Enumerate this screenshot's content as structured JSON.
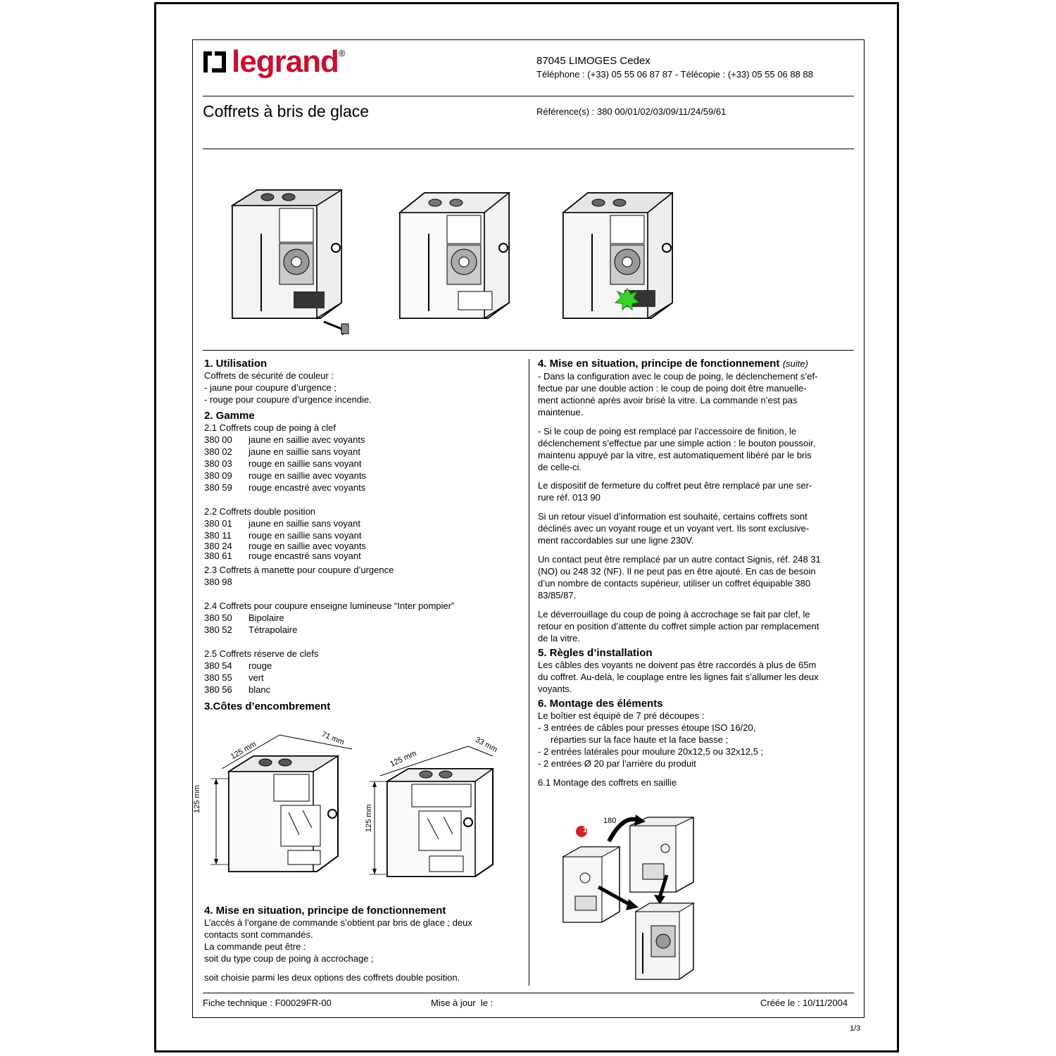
{
  "header": {
    "brand": "legrand",
    "registered": "®",
    "city": "87045 LIMOGES Cedex",
    "phone": "Téléphone : (+33) 05 55 06 87 87 - Télécopie : (+33) 05 55 06 88 88",
    "title": "Coffrets à bris de glace",
    "references": "Référence(s) : 380 00/01/02/03/09/11/24/59/61"
  },
  "sec1": {
    "title": "1. Utilisation",
    "lines": [
      "Coffrets de sécurité de couleur :",
      "- jaune pour coupure d’urgence ;",
      "- rouge pour coupure d’urgence incendie."
    ]
  },
  "sec2": {
    "title": "2. Gamme",
    "g1": {
      "title": "2.1 Coffrets coup de poing à clef",
      "items": [
        {
          "ref": "380 00",
          "desc": "jaune en saillie avec voyants"
        },
        {
          "ref": "380 02",
          "desc": "jaune en saillie sans voyant"
        },
        {
          "ref": "380 03",
          "desc": "rouge en saillie sans voyant"
        },
        {
          "ref": "380 09",
          "desc": "rouge en saillie avec voyants"
        },
        {
          "ref": "380 59",
          "desc": "rouge encastré avec voyants"
        }
      ]
    },
    "g2": {
      "title": "2.2 Coffrets double position",
      "items": [
        {
          "ref": "380 01",
          "desc": "jaune en saillie sans voyant"
        },
        {
          "ref": "380 11",
          "desc": "rouge en saillie sans voyant"
        },
        {
          "ref": "380 24",
          "desc": "rouge en saillie avec voyants"
        },
        {
          "ref": "380 61",
          "desc": "rouge encastré sans voyant"
        }
      ]
    },
    "g3": {
      "title": "2.3 Coffrets à manette pour coupure d’urgence",
      "ref": "380 98"
    },
    "g4": {
      "title": "2.4 Coffrets pour coupure enseigne lumineuse “Inter pompier”",
      "items": [
        {
          "ref": "380 50",
          "desc": "Bipolaire"
        },
        {
          "ref": "380 52",
          "desc": "Tétrapolaire"
        }
      ]
    },
    "g5": {
      "title": "2.5 Coffrets réserve de clefs",
      "items": [
        {
          "ref": "380 54",
          "desc": "rouge"
        },
        {
          "ref": "380 55",
          "desc": "vert"
        },
        {
          "ref": "380 56",
          "desc": "blanc"
        }
      ]
    }
  },
  "sec3": {
    "title": "3.Côtes d’encombrement",
    "d1": {
      "width": "125 mm",
      "depth": "71 mm",
      "height": "125 mm"
    },
    "d2": {
      "width": "125 mm",
      "depth": "33 mm",
      "height": "125 mm"
    }
  },
  "sec4": {
    "title": "4. Mise en situation, principe de fonctionnement",
    "lines": [
      "L’accès à l’organe de commande s’obtient par bris de glace ; deux",
      "contacts sont commandés.",
      "La commande peut être :",
      "soit du type coup de poing à accrochage ;"
    ],
    "last": "soit choisie parmi les deux options des coffrets double position."
  },
  "sec4b": {
    "title": "4. Mise en situation, principe de fonctionnement",
    "suffix": "(suite)",
    "p1": [
      "- Dans la configuration avec le coup de poing, le déclenchement s’ef-",
      "fectue par une double action : le coup de poing doit être manuelle-",
      "ment actionné après avoir brisé la vitre. La commande n’est pas",
      "maintenue."
    ],
    "p2": [
      "- Si le coup de poing est remplacé par l’accessoire de finition, le",
      "déclenchement s’effectue par une simple action : le bouton poussoir,",
      "maintenu appuyé par la vitre, est automatiquement libéré par le bris",
      "de celle-ci."
    ],
    "p3": [
      "Le dispositif de fermeture du coffret peut être remplacé par une ser-",
      "rure réf. 013 90"
    ],
    "p4": [
      "Si un retour visuel d’information est souhaité, certains coffrets sont",
      "déclinés avec un voyant rouge et un voyant vert. Ils sont exclusive-",
      "ment raccordables sur une ligne 230V."
    ],
    "p5": [
      "Un contact peut être remplacé par un autre contact Signis, réf. 248 31",
      "(NO) ou 248 32 (NF). Il ne peut pas en être ajouté. En cas de besoin",
      "d’un nombre de contacts supérieur, utiliser un coffret équipable 380",
      "83/85/87."
    ],
    "p6": [
      "Le déverrouillage du coup de poing à accrochage se fait par clef, le",
      "retour en position d’attente du coffret simple action par remplacement",
      "de la vitre."
    ]
  },
  "sec5": {
    "title": "5. Règles d’installation",
    "lines": [
      "Les câbles des voyants ne doivent pas être raccordés à plus de 65m",
      "du coffret. Au-delà, le couplage entre les lignes fait s’allumer les deux",
      "voyants."
    ]
  },
  "sec6": {
    "title": "6. Montage des éléments",
    "lines": [
      "Le boîtier est équipé de 7 pré découpes :",
      "- 3 entrées de câbles pour presses étoupe ISO 16/20,",
      "     réparties sur la face haute et la face basse ;",
      "- 2 entrées latérales pour moulure 20x12,5 ou 32x12,5 ;",
      "- 2 entrées Ø 20 par l’arrière du produit"
    ],
    "sub": "6.1 Montage des coffrets en saillie",
    "angle": "180",
    "step": "1"
  },
  "footer": {
    "sheet": "Fiche technique : F00029FR-00",
    "update": "Mise à jour  le :",
    "created": "Créée le : 10/11/2004",
    "page": "1/3"
  },
  "colors": {
    "brand": "#c8102e",
    "glow": "#39d12e"
  }
}
